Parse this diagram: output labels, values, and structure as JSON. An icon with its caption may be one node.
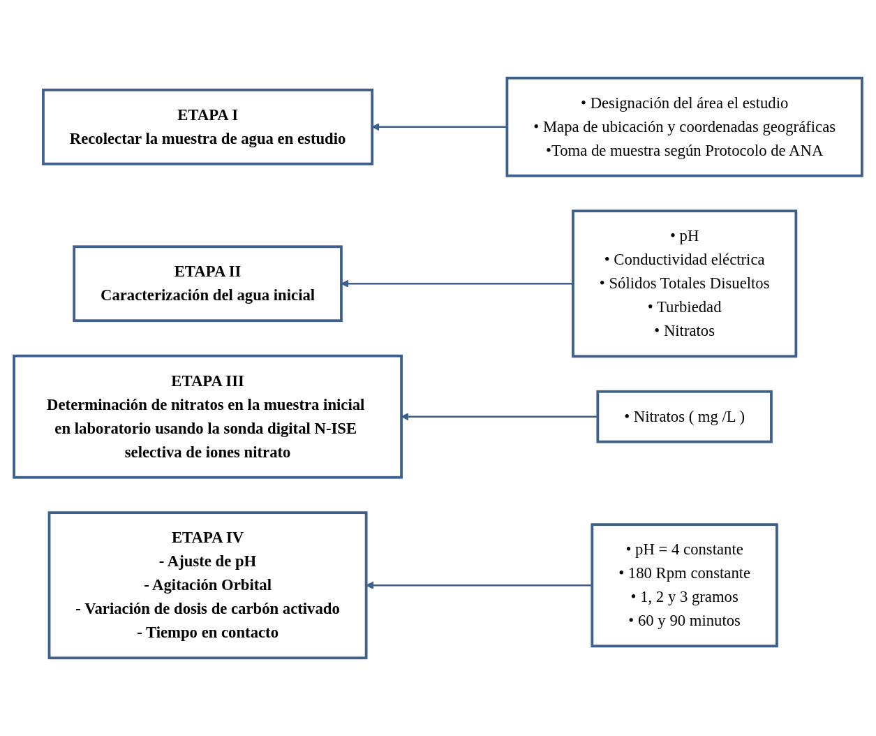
{
  "diagram": {
    "nodes": [
      {
        "text": [
          "ETAPA I",
          "Recolectar la muestra de agua en estudio"
        ]
      },
      {
        "text": [
          "• Designación del área el estudio",
          "• Mapa de ubicación y coordenadas geográficas",
          "•Toma de muestra según Protocolo de ANA"
        ]
      },
      {
        "text": [
          "ETAPA II",
          "Caracterización del agua inicial"
        ]
      },
      {
        "text": [
          "• pH",
          "• Conductividad eléctrica",
          "• Sólidos Totales Disueltos",
          "• Turbiedad",
          "• Nitratos"
        ]
      },
      {
        "text": [
          "ETAPA III",
          "Determinación de nitratos en la muestra inicial en laboratorio usando la sonda digital N-ISE selectiva de iones nitrato"
        ]
      },
      {
        "text": [
          "• Nitratos ( mg /L )"
        ]
      },
      {
        "text": [
          "ETAPA IV",
          "- Ajuste de pH",
          "- Agitación Orbital",
          "- Variación de dosis de carbón activado",
          "- Tiempo en contacto"
        ]
      },
      {
        "text": [
          "• pH = 4 constante",
          "• 180 Rpm constante",
          "• 1, 2 y 3 gramos",
          "• 60 y 90 minutos"
        ]
      }
    ],
    "edges": [
      {
        "from": 1,
        "to": 0,
        "arrow": "to"
      },
      {
        "from": 3,
        "to": 2,
        "arrow": "to"
      },
      {
        "from": 5,
        "to": 4,
        "arrow": "to"
      },
      {
        "from": 7,
        "to": 6,
        "arrow": "to"
      }
    ]
  }
}
